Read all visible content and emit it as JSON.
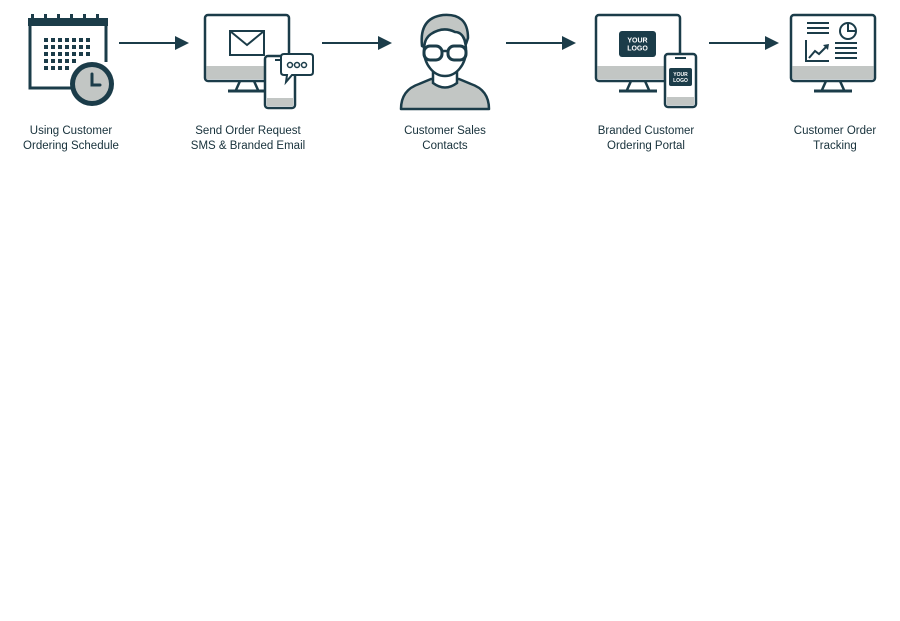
{
  "colors": {
    "dark": "#1b3c49",
    "gray": "#c2c6c4",
    "white": "#ffffff",
    "text": "#17313b"
  },
  "steps": [
    {
      "icon": "calendar-clock-icon",
      "line1": "Using Customer",
      "line2": "Ordering Schedule"
    },
    {
      "icon": "email-sms-icon",
      "line1": "Send Order Request",
      "line2": "SMS & Branded Email"
    },
    {
      "icon": "person-glasses-icon",
      "line1": "Customer Sales",
      "line2": "Contacts"
    },
    {
      "icon": "branded-portal-icon",
      "line1": "Branded Customer",
      "line2": "Ordering Portal",
      "logo_line1": "YOUR",
      "logo_line2": "LOGO"
    },
    {
      "icon": "dashboard-monitor-icon",
      "line1": "Customer Order",
      "line2": "Tracking"
    }
  ]
}
